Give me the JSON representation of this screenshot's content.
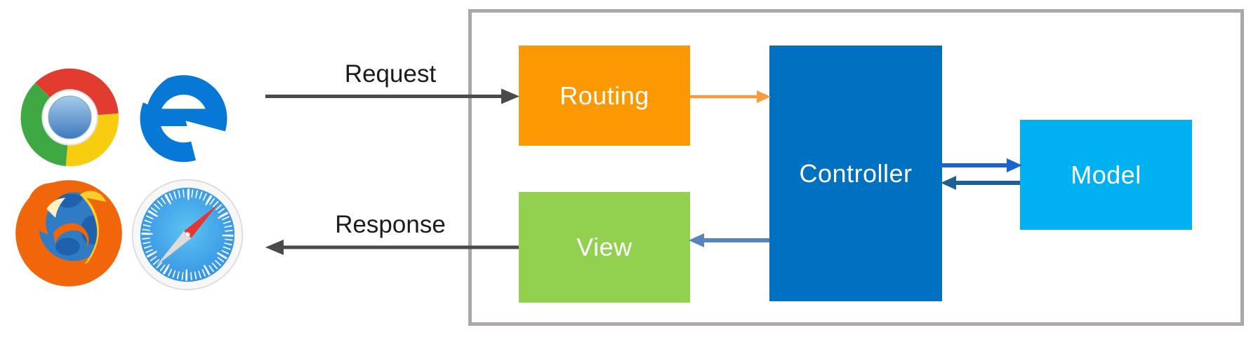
{
  "browsers": {
    "icons": [
      {
        "name": "chrome-icon"
      },
      {
        "name": "edge-icon"
      },
      {
        "name": "firefox-icon"
      },
      {
        "name": "safari-icon"
      }
    ]
  },
  "flow": {
    "request": {
      "label": "Request",
      "color": "#4A4A4A"
    },
    "response": {
      "label": "Response",
      "color": "#4A4A4A"
    }
  },
  "server": {
    "frame_color": "#ACA8A8",
    "boxes": {
      "routing": {
        "label": "Routing",
        "color": "#FC9902",
        "text_color": "#FFFFFF"
      },
      "controller": {
        "label": "Controller",
        "color": "#0070C0",
        "text_color": "#FFFFFF"
      },
      "model": {
        "label": "Model",
        "color": "#00B0F0",
        "text_color": "#FFFFFF"
      },
      "view": {
        "label": "View",
        "color": "#92D050",
        "text_color": "#FFFFFF"
      }
    },
    "arrows": {
      "routing_to_controller": {
        "color": "#F89B40"
      },
      "controller_to_model": {
        "color": "#1B63D2"
      },
      "model_to_controller": {
        "color": "#1F5F96"
      },
      "controller_to_view": {
        "color": "#5585BB"
      }
    }
  }
}
